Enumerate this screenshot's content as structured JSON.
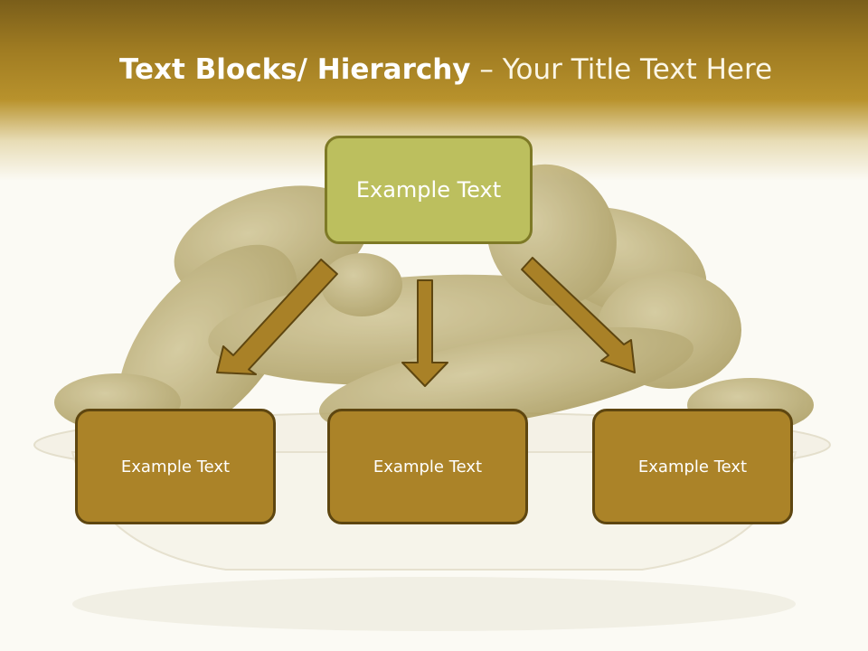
{
  "slide": {
    "title_bold": "Text Blocks/ Hierarchy",
    "title_rest": " – Your Title Text Here"
  },
  "diagram": {
    "top_node": {
      "label": "Example Text"
    },
    "children": [
      {
        "label": "Example Text"
      },
      {
        "label": "Example Text"
      },
      {
        "label": "Example Text"
      }
    ]
  },
  "colors": {
    "header": "#a07c22",
    "top_fill": "#bcbf5e",
    "top_border": "#7e7a26",
    "child_fill": "#ab8328",
    "child_border": "#5e4610",
    "arrow_fill": "#a98127"
  }
}
